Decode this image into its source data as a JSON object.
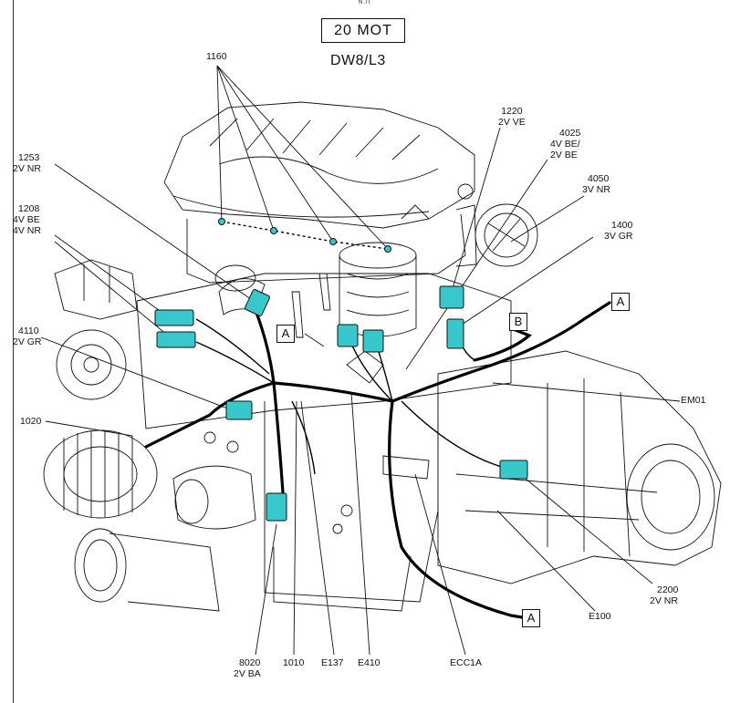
{
  "header": {
    "mark": "N.II"
  },
  "title": "20 MOT",
  "subtitle": "DW8/L3",
  "labels": {
    "c1160": {
      "code": "1160"
    },
    "c1220": {
      "code": "1220",
      "spec": "2V VE"
    },
    "c4025": {
      "code": "4025",
      "spec": "4V BE/",
      "spec2": "2V BE"
    },
    "c4050": {
      "code": "4050",
      "spec": "3V NR"
    },
    "c1400": {
      "code": "1400",
      "spec": "3V GR"
    },
    "c1253": {
      "code": "1253",
      "spec": "2V NR"
    },
    "c1208": {
      "code": "1208",
      "spec": "4V BE",
      "spec2": "4V NR"
    },
    "c4110": {
      "code": "4110",
      "spec": "2V GR"
    },
    "c1020": {
      "code": "1020"
    },
    "cEM01": {
      "code": "EM01"
    },
    "c2200": {
      "code": "2200",
      "spec": "2V NR"
    },
    "cE100": {
      "code": "E100"
    },
    "c8020": {
      "code": "8020",
      "spec": "2V BA"
    },
    "c1010": {
      "code": "1010"
    },
    "cE137": {
      "code": "E137"
    },
    "cE410": {
      "code": "E410"
    },
    "cECC1A": {
      "code": "ECC1A"
    }
  },
  "markers": {
    "a": "A",
    "b": "B"
  },
  "colors": {
    "connector": "#38c8cc",
    "line": "#111111",
    "harness": "#000000"
  }
}
